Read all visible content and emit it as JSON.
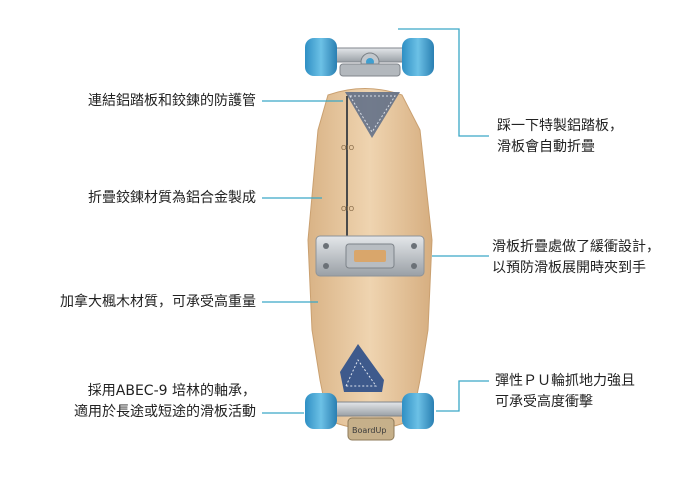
{
  "callouts": {
    "hinge_guard": "連結鋁踏板和鉸鍊的防護管",
    "hinge_material": "折疊鉸鍊材質為鋁合金製成",
    "maple_wood": "加拿大楓木材質，可承受高重量",
    "bearings_line1": "採用ABEC-9 培林的軸承，",
    "bearings_line2": "適用於長途或短途的滑板活動",
    "step_fold_line1": "踩一下特製鋁踏板，",
    "step_fold_line2": "滑板會自動折疊",
    "buffer_line1": "滑板折疊處做了緩衝設計，",
    "buffer_line2": "以預防滑板展開時夾到手",
    "pu_wheels_line1": "彈性ＰＵ輪抓地力強且",
    "pu_wheels_line2": "可承受高度衝擊"
  },
  "board": {
    "deck_marks": [
      "OIO",
      "OIO"
    ],
    "brand_text": "BoardUp"
  },
  "colors": {
    "accent_line": "#3aa8c6",
    "wheel": "#3f9fd0",
    "deck_wood": "#e9c9a0",
    "metal": "#c9cdd1"
  }
}
